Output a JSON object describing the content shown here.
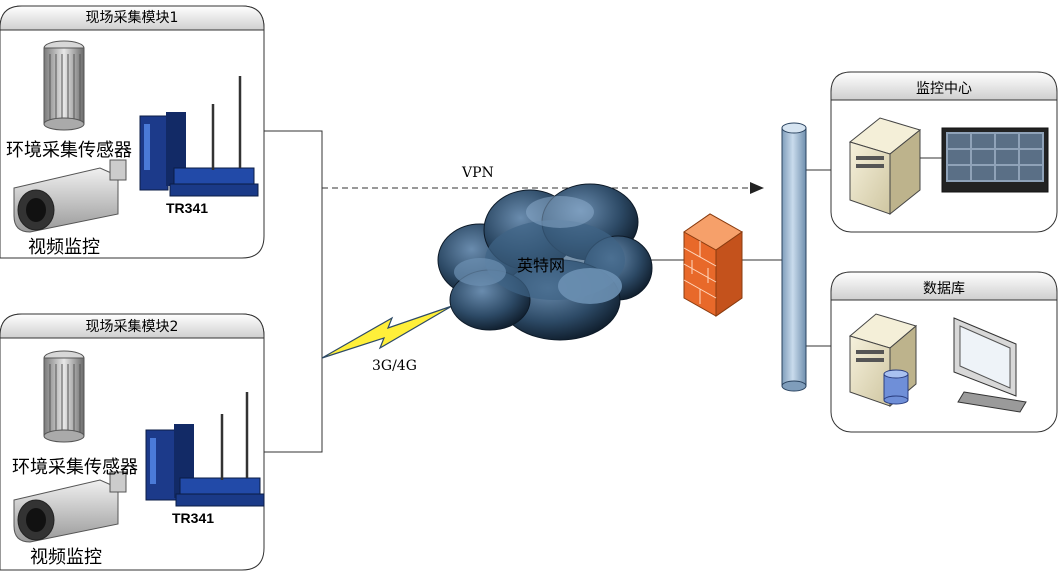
{
  "modules": [
    {
      "title": "现场采集模块1",
      "sensor_label": "环境采集传感器",
      "camera_label": "视频监控",
      "device_label": "TR341"
    },
    {
      "title": "现场采集模块2",
      "sensor_label": "环境采集传感器",
      "camera_label": "视频监控",
      "device_label": "TR341"
    }
  ],
  "vpn_label": "VPN",
  "network_label": "3G/4G",
  "cloud_label": "英特网",
  "right_panels": {
    "monitor_center": {
      "title": "监控中心"
    },
    "database": {
      "title": "数据库"
    }
  },
  "colors": {
    "panel_header": "#d9d9d9",
    "cloud": "#2f4f6f",
    "firewall": "#f07a2a",
    "bus": "#a9c1d9",
    "lightning": "#ffef3a",
    "router": "#1f3f8f"
  }
}
